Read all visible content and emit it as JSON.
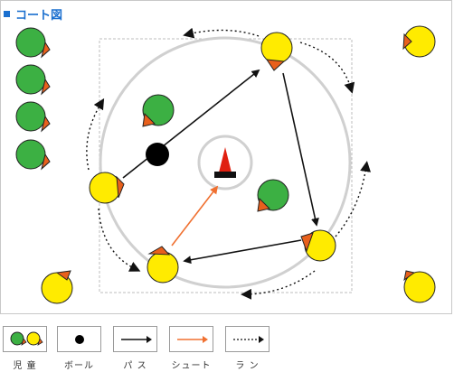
{
  "title": "コート図",
  "colors": {
    "title_accent": "#1a6fcf",
    "team_green": "#3cb043",
    "team_yellow": "#ffeb00",
    "direction_orange": "#e8601c",
    "shoot_arrow": "#f07030",
    "court_line": "#d0d0d0",
    "ball": "#000000",
    "cone": "#e02010"
  },
  "legend": [
    {
      "key": "players",
      "label": "児 童"
    },
    {
      "key": "ball",
      "label": "ボール"
    },
    {
      "key": "pass",
      "label": "パ ス"
    },
    {
      "key": "shoot",
      "label": "シュート"
    },
    {
      "key": "run",
      "label": "ラ ン"
    }
  ]
}
